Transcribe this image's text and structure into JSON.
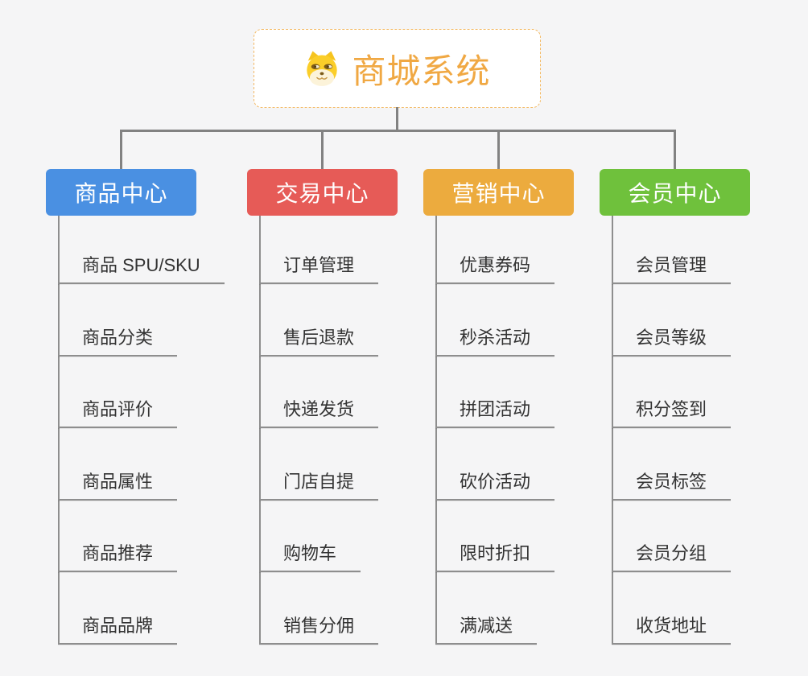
{
  "root": {
    "title": "商城系统",
    "icon": "doge-icon",
    "accent": "#f0a843"
  },
  "branches": [
    {
      "label": "商品中心",
      "color": "#4a90e2",
      "items": [
        "商品 SPU/SKU",
        "商品分类",
        "商品评价",
        "商品属性",
        "商品推荐",
        "商品品牌"
      ]
    },
    {
      "label": "交易中心",
      "color": "#e65b57",
      "items": [
        "订单管理",
        "售后退款",
        "快递发货",
        "门店自提",
        "购物车",
        "销售分佣"
      ]
    },
    {
      "label": "营销中心",
      "color": "#ecab3e",
      "items": [
        "优惠券码",
        "秒杀活动",
        "拼团活动",
        "砍价活动",
        "限时折扣",
        "满减送"
      ]
    },
    {
      "label": "会员中心",
      "color": "#6fc13c",
      "items": [
        "会员管理",
        "会员等级",
        "积分签到",
        "会员标签",
        "会员分组",
        "收货地址"
      ]
    }
  ]
}
